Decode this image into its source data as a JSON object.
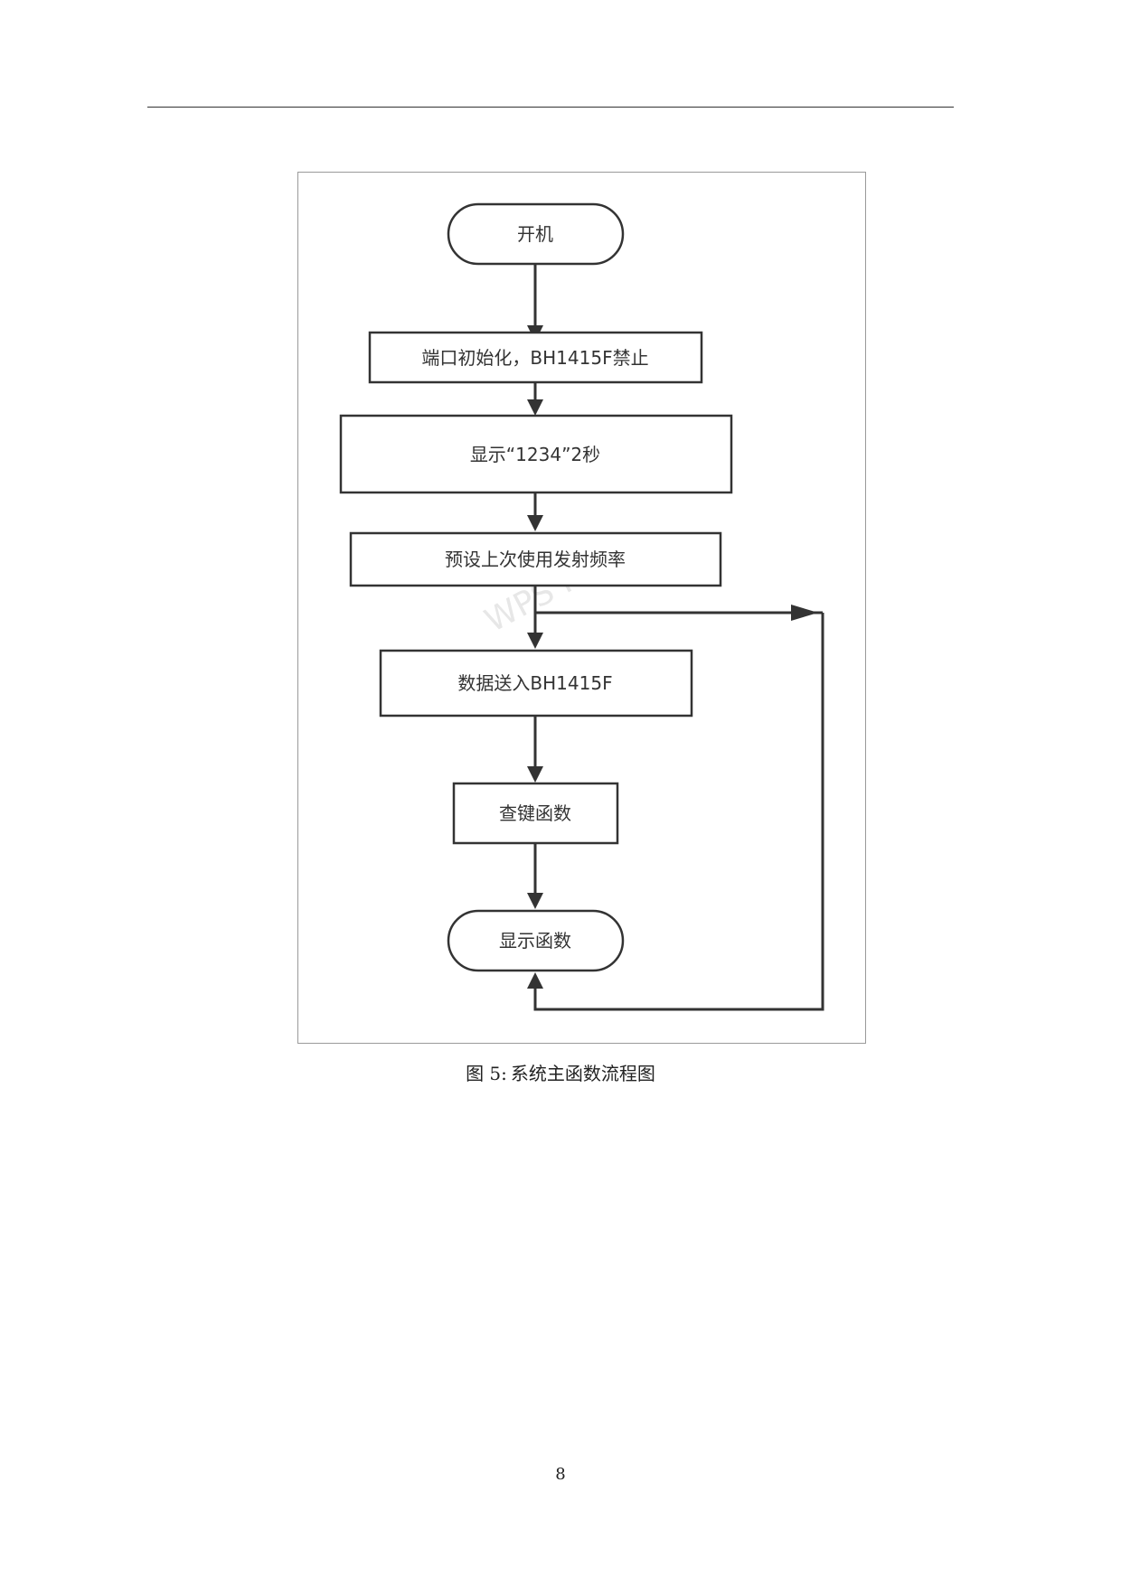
{
  "flowchart": {
    "nodes": {
      "start": "开机",
      "init": "端口初始化，BH1415F禁止",
      "display": "显示“1234”2秒",
      "preset": "预设上次使用发射频率",
      "send": "数据送入BH1415F",
      "key_check": "查键函数",
      "display_func": "显示函数"
    },
    "watermark": "WPS PDF"
  },
  "caption": {
    "label": "图 5:",
    "title": "系统主函数流程图"
  },
  "page_number": "8"
}
